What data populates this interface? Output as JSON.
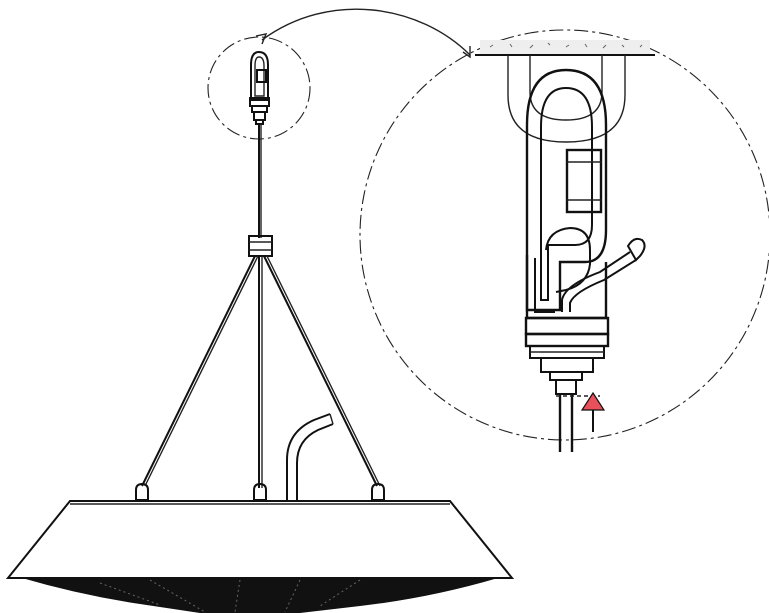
{
  "figure": {
    "views": [
      "overview",
      "detail"
    ],
    "colors": {
      "line": "#111111",
      "background": "#ffffff",
      "marker_fill": "#e8505b",
      "ceiling_hatch": "#dddddd",
      "shade_bottom": "#111111"
    },
    "icons": [
      "warning-triangle-marker",
      "arrow-up-icon"
    ]
  }
}
